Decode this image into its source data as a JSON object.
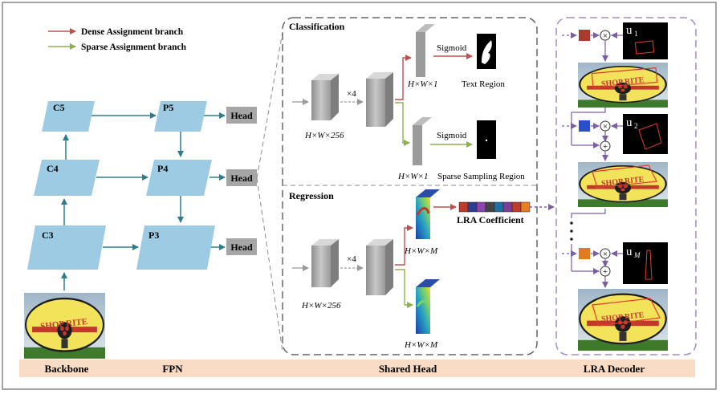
{
  "legend": {
    "dense": {
      "label": "Dense Assignment branch",
      "color": "#c0504d"
    },
    "sparse": {
      "label": "Sparse Assignment branch",
      "color": "#8db04e"
    }
  },
  "colors": {
    "flow": "#2e7d8c",
    "block": "#9ccbe3",
    "head_box": "#a6a6a6",
    "lra_arrow": "#7b5ea7",
    "decoder_border": "#a58bc8",
    "bottom_band": "#f9dcc6"
  },
  "backbone": {
    "c5": "C5",
    "c4": "C4",
    "c3": "C3"
  },
  "fpn": {
    "p5": "P5",
    "p4": "P4",
    "p3": "P3",
    "head": "Head"
  },
  "classification": {
    "title": "Classification",
    "input_label": "H×W×256",
    "repeat": "×4",
    "dense_out_label": "H×W×1",
    "sparse_out_label": "H×W×1",
    "sigmoid": "Sigmoid",
    "text_region": "Text Region",
    "sparse_region": "Sparse Sampling Region"
  },
  "regression": {
    "title": "Regression",
    "input_label": "H×W×256",
    "repeat": "×4",
    "out_label_top": "H×W×M",
    "out_label_bottom": "H×W×M",
    "lra_coefficient": "LRA Coefficient",
    "coef_colors": [
      "#c0392b",
      "#2c3e91",
      "#8e44ad",
      "#444444",
      "#1f6fa8",
      "#7d3c98",
      "#c0392b",
      "#e67e22"
    ]
  },
  "decoder": {
    "u1": "u",
    "u1_sub": "1",
    "u2": "u",
    "u2_sub": "2",
    "um": "u",
    "um_sub": "M",
    "coef_colors": [
      "#a83a2e",
      "#2b4fc9",
      "#e07b1f"
    ]
  },
  "scene": {
    "sign_text": "SHOP RITE"
  },
  "bottom_labels": {
    "backbone": "Backbone",
    "fpn": "FPN",
    "shared_head": "Shared Head",
    "lra_decoder": "LRA Decoder"
  }
}
